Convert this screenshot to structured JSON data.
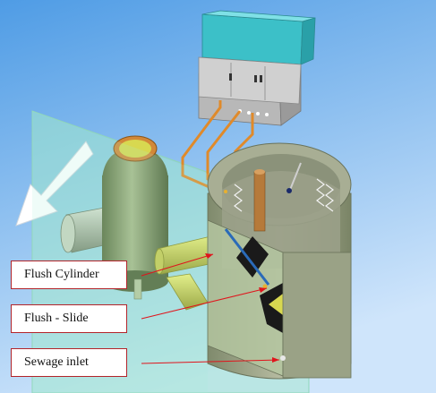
{
  "labels": {
    "flush_cylinder": "Flush Cylinder",
    "flush_slide": "Flush - Slide",
    "sewage_inlet": "Sewage inlet"
  },
  "colors": {
    "background_top": "#4f9ce5",
    "background_bottom": "#cfe5fb",
    "label_border": "#b3242a",
    "leader_line": "#e0141c",
    "translucent_plane": "#9fe6c8",
    "chamber_wall": "#a5aa90",
    "tank": "#8ea06a",
    "pipe_yellow": "#d8d850",
    "cabinet_roof": "#3cc0c8",
    "cabinet_body": "#c8c8c8",
    "hydraulic_line": "#e08a2a",
    "flow_arrow": "#ffffff"
  },
  "icons": {
    "flow_arrow": "flow-direction-arrow-icon"
  }
}
